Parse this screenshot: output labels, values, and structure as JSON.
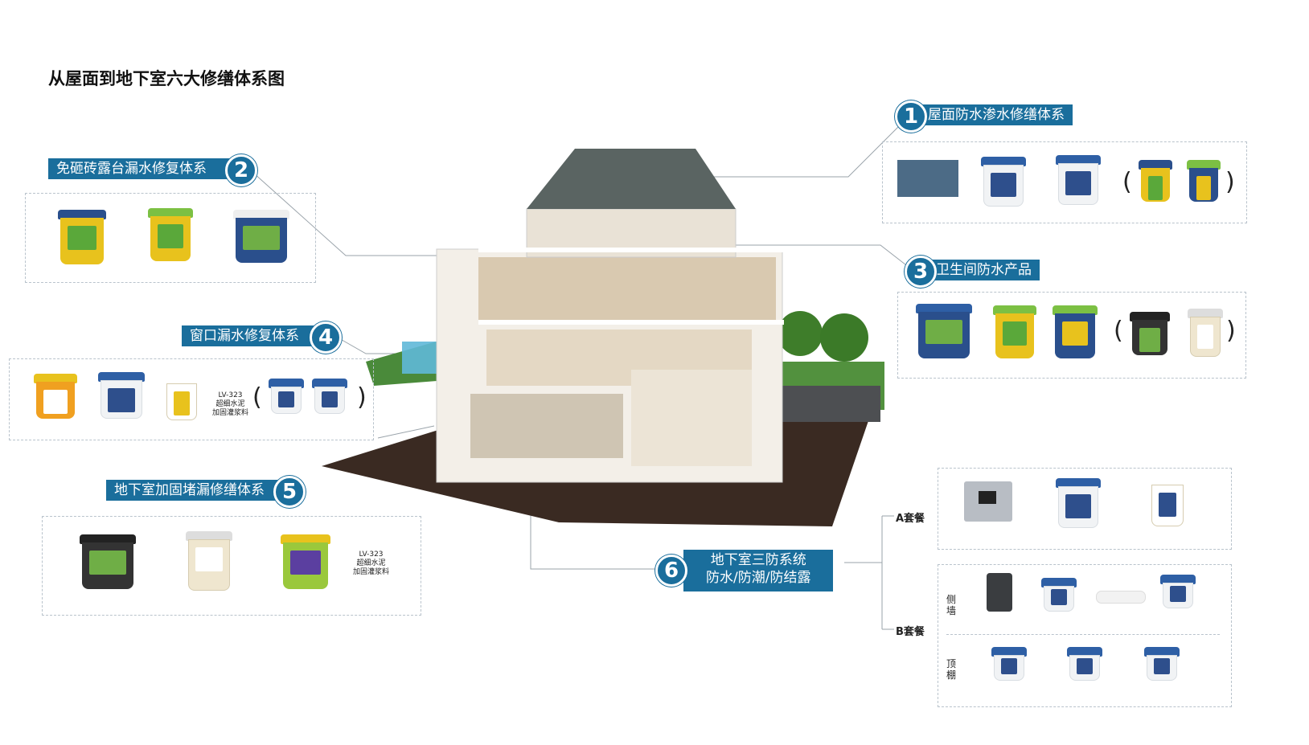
{
  "title": "从屋面到地下室六大修缮体系图",
  "systems": [
    {
      "number": "1",
      "label": "屋面防水渗水修缮体系"
    },
    {
      "number": "2",
      "label": "免砸砖露台漏水修复体系"
    },
    {
      "number": "3",
      "label": "卫生间防水产品"
    },
    {
      "number": "4",
      "label": "窗口漏水修复体系"
    },
    {
      "number": "5",
      "label": "地下室加固堵漏修缮体系"
    },
    {
      "number": "6",
      "label_line1": "地下室三防系统",
      "label_line2": "防水/防潮/防结露"
    }
  ],
  "product_note": "LV-323 超细水泥 加固灌浆料",
  "product_note_lines": [
    "LV-323",
    "超细水泥",
    "加固灌浆料"
  ],
  "packages": {
    "a": "A套餐",
    "b": "B套餐",
    "side_wall": "侧墙",
    "ceiling": "顶棚"
  },
  "colors": {
    "accent": "#1a6e9c"
  }
}
